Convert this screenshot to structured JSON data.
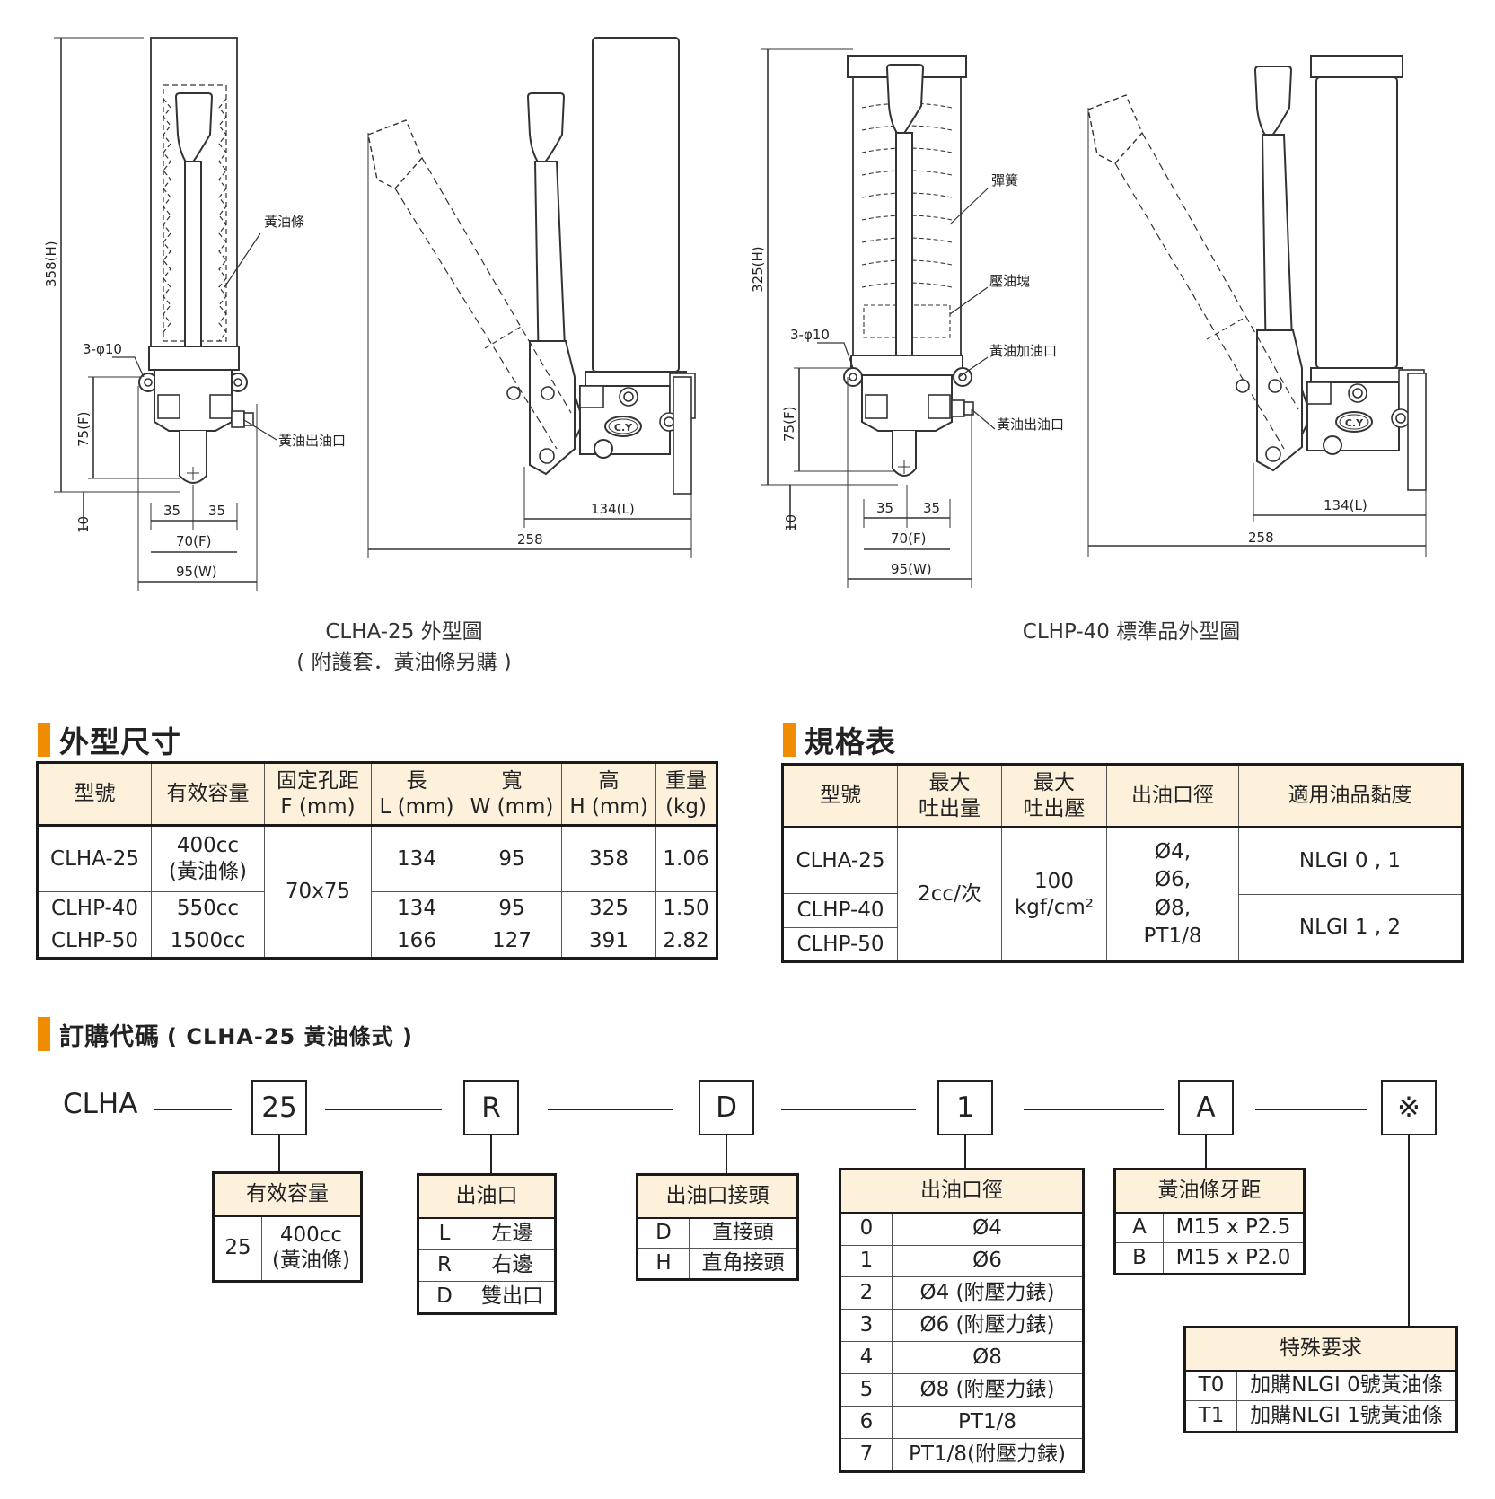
{
  "drawing_left": {
    "dims": {
      "height": "358(H)",
      "fix_h": "75(F)",
      "bottom": "10",
      "d35a": "35",
      "d35b": "35",
      "f70": "70(F)",
      "w95": "95(W)",
      "l134": "134(L)",
      "l258": "258",
      "holes": "3-φ10"
    },
    "labels": {
      "grease": "黃油條",
      "outlet": "黃油出油口"
    },
    "caption_line1": "CLHA-25 外型圖",
    "caption_line2": "( 附護套．黃油條另購 )"
  },
  "drawing_right": {
    "dims": {
      "height": "325(H)",
      "fix_h": "75(F)",
      "bottom": "10",
      "d35a": "35",
      "d35b": "35",
      "f70": "70(F)",
      "w95": "95(W)",
      "l134": "134(L)",
      "l258": "258",
      "holes": "3-φ10"
    },
    "labels": {
      "spring": "彈簧",
      "press": "壓油塊",
      "fill": "黃油加油口",
      "outlet": "黃油出油口"
    },
    "caption": "CLHP-40 標準品外型圖"
  },
  "brand": "C.Y",
  "dimensions_section": {
    "title": "外型尺寸",
    "headers": [
      "型號",
      "有效容量",
      "固定孔距\nF (mm)",
      "長\nL (mm)",
      "寬\nW (mm)",
      "高\nH (mm)",
      "重量\n(kg)"
    ],
    "rows": [
      {
        "model": "CLHA-25",
        "capacity": "400cc\n(黃油條)",
        "L": "134",
        "W": "95",
        "H": "358",
        "kg": "1.06"
      },
      {
        "model": "CLHP-40",
        "capacity": "550cc",
        "L": "134",
        "W": "95",
        "H": "325",
        "kg": "1.50"
      },
      {
        "model": "CLHP-50",
        "capacity": "1500cc",
        "L": "166",
        "W": "127",
        "H": "391",
        "kg": "2.82"
      }
    ],
    "fixed_pitch": "70x75"
  },
  "spec_section": {
    "title": "規格表",
    "headers": [
      "型號",
      "最大\n吐出量",
      "最大\n吐出壓",
      "出油口徑",
      "適用油品黏度"
    ],
    "models": [
      "CLHA-25",
      "CLHP-40",
      "CLHP-50"
    ],
    "output": "2cc/次",
    "pressure": "100\nkgf/cm²",
    "outlet": "Ø4,\nØ6,\nØ8,\nPT1/8",
    "nlgi_a": "NLGI 0 , 1",
    "nlgi_b": "NLGI 1 , 2"
  },
  "order_section": {
    "title": "訂購代碼",
    "subtitle": "( CLHA-25 黃油條式 )",
    "prefix": "CLHA",
    "codes": [
      "25",
      "R",
      "D",
      "1",
      "A",
      "※"
    ],
    "capacity": {
      "title": "有效容量",
      "code": "25",
      "value": "400cc\n(黃油條)"
    },
    "outlet": {
      "title": "出油口",
      "rows": [
        [
          "L",
          "左邊"
        ],
        [
          "R",
          "右邊"
        ],
        [
          "D",
          "雙出口"
        ]
      ]
    },
    "joint": {
      "title": "出油口接頭",
      "rows": [
        [
          "D",
          "直接頭"
        ],
        [
          "H",
          "直角接頭"
        ]
      ]
    },
    "diameter": {
      "title": "出油口徑",
      "rows": [
        [
          "0",
          "Ø4"
        ],
        [
          "1",
          "Ø6"
        ],
        [
          "2",
          "Ø4 (附壓力錶)"
        ],
        [
          "3",
          "Ø6 (附壓力錶)"
        ],
        [
          "4",
          "Ø8"
        ],
        [
          "5",
          "Ø8 (附壓力錶)"
        ],
        [
          "6",
          "PT1/8"
        ],
        [
          "7",
          "PT1/8(附壓力錶)"
        ]
      ]
    },
    "thread": {
      "title": "黃油條牙距",
      "rows": [
        [
          "A",
          "M15 x P2.5"
        ],
        [
          "B",
          "M15 x P2.0"
        ]
      ]
    },
    "special": {
      "title": "特殊要求",
      "rows": [
        [
          "T0",
          "加購NLGI 0號黃油條"
        ],
        [
          "T1",
          "加購NLGI 1號黃油條"
        ]
      ]
    }
  }
}
